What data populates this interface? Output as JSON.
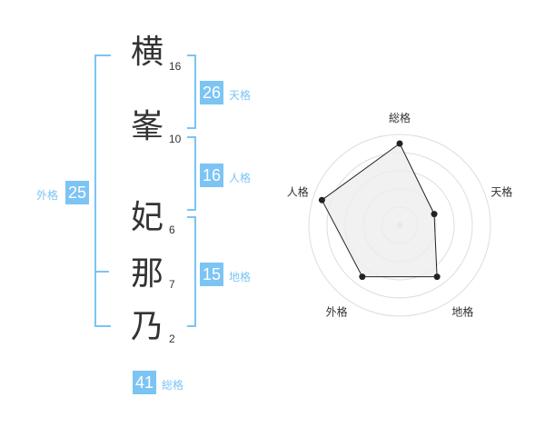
{
  "name": [
    {
      "char": "横",
      "strokes": "16"
    },
    {
      "char": "峯",
      "strokes": "10"
    },
    {
      "char": "妃",
      "strokes": "6"
    },
    {
      "char": "那",
      "strokes": "7"
    },
    {
      "char": "乃",
      "strokes": "2"
    }
  ],
  "kaku": {
    "tenkaku": {
      "value": "26",
      "label": "天格"
    },
    "jinkaku": {
      "value": "16",
      "label": "人格"
    },
    "chikaku": {
      "value": "15",
      "label": "地格"
    },
    "gaikaku": {
      "value": "25",
      "label": "外格"
    },
    "soukaku": {
      "value": "41",
      "label": "総格"
    }
  },
  "colors": {
    "accent": "#7cc4f4",
    "text": "#333333",
    "radar_fill": "#eeeeee"
  },
  "chart_data": {
    "type": "radar",
    "axes": [
      "総格",
      "天格",
      "地格",
      "外格",
      "人格"
    ],
    "values": [
      4.5,
      2.0,
      3.5,
      3.5,
      4.5
    ],
    "max": 5,
    "rings": 5
  }
}
